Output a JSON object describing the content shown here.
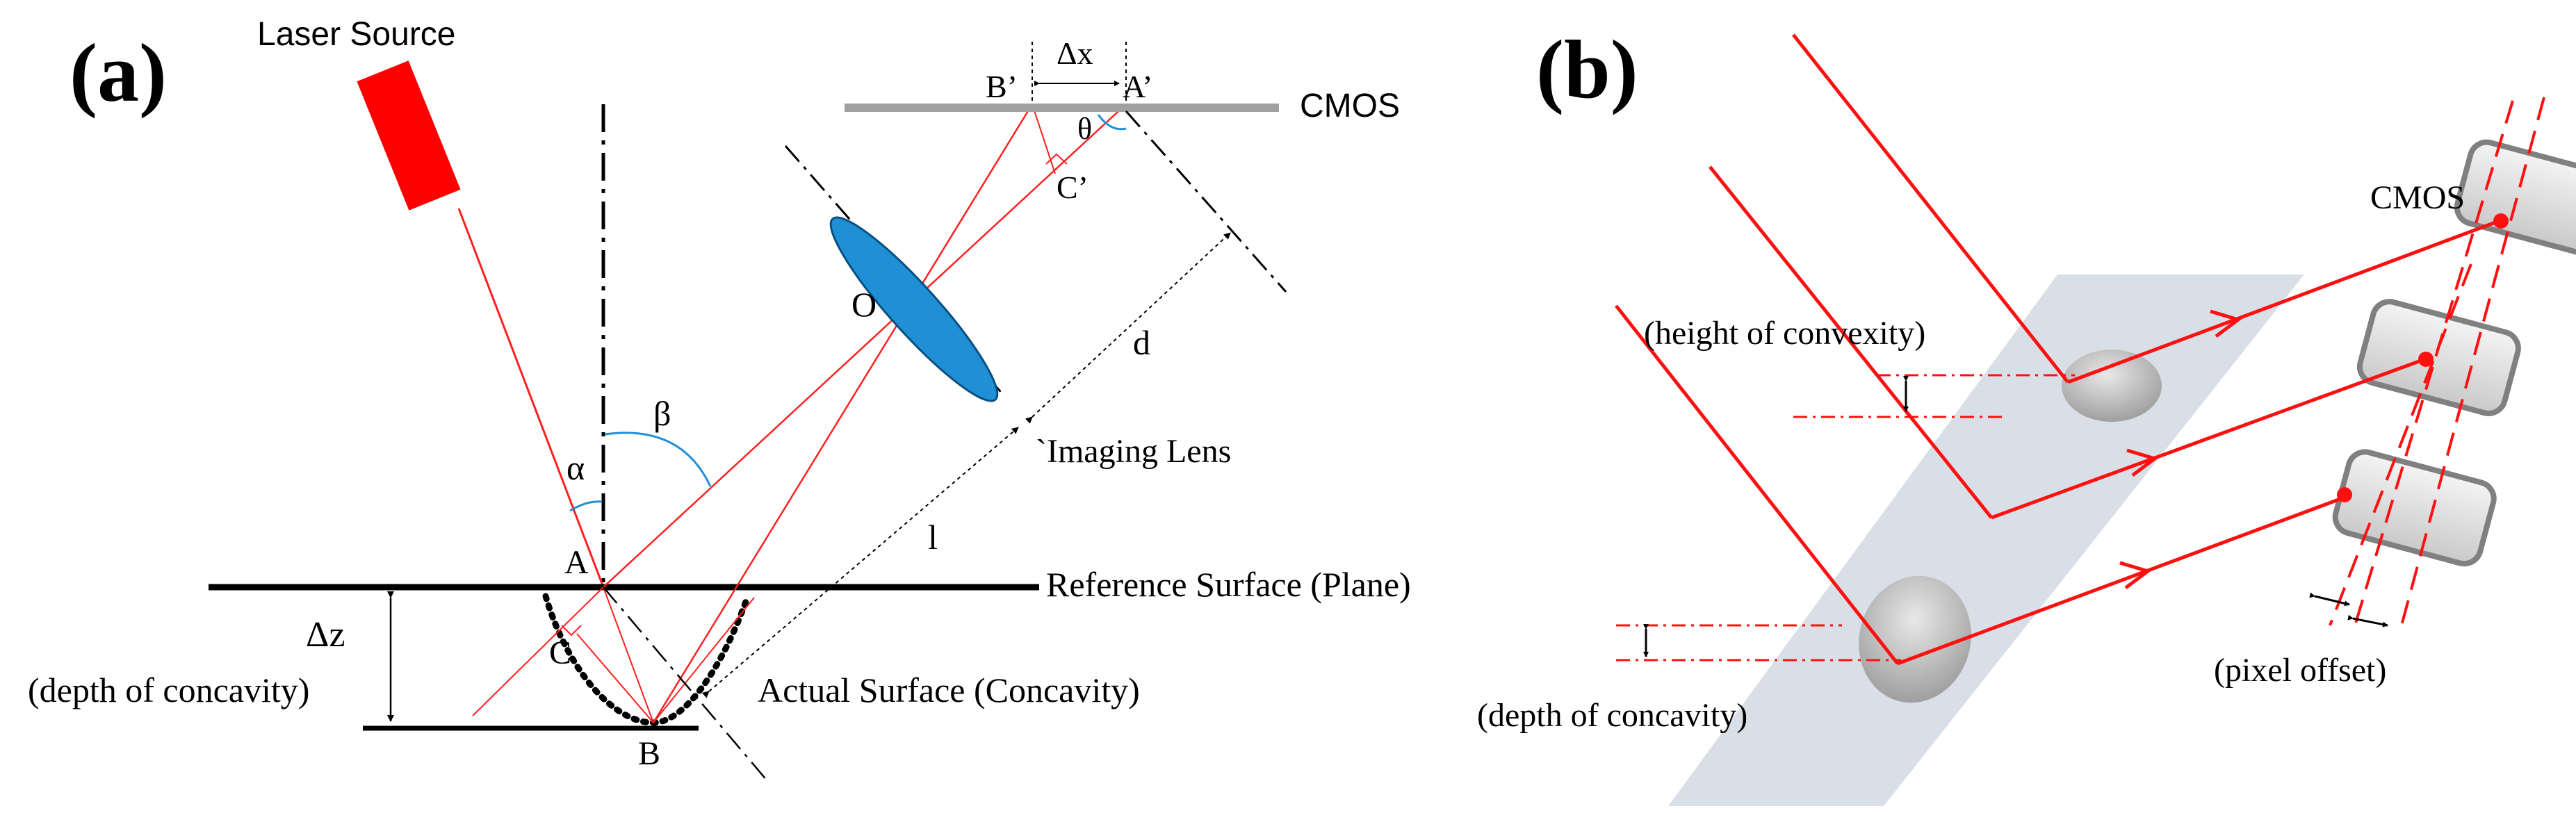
{
  "panel_a": {
    "tag": "(a)",
    "laser_source": "Laser Source",
    "cmos": "CMOS",
    "delta_x": "Δx",
    "b_prime": "B’",
    "a_prime": "A’",
    "theta": "θ",
    "c_prime": "C’",
    "o": "O",
    "d": "d",
    "imaging_lens": "`Imaging Lens",
    "beta": "β",
    "alpha": "α",
    "l": "l",
    "a": "A",
    "reference_surface": "Reference Surface (Plane)",
    "delta_z": "Δz",
    "depth_of_concavity": "(depth of concavity)",
    "c": "C",
    "actual_surface": "Actual Surface (Concavity)",
    "b": "B"
  },
  "panel_b": {
    "tag": "(b)",
    "cmos": "CMOS",
    "height_of_convexity": "(height  of convexity)",
    "depth_of_concavity": "(depth of concavity)",
    "pixel_offset": "(pixel  offset)"
  },
  "colors": {
    "laser": "#ff1010",
    "lens": "#1f8fd6",
    "plane": "#d9dfe6",
    "cmos_gray": "#a0a0a0"
  }
}
